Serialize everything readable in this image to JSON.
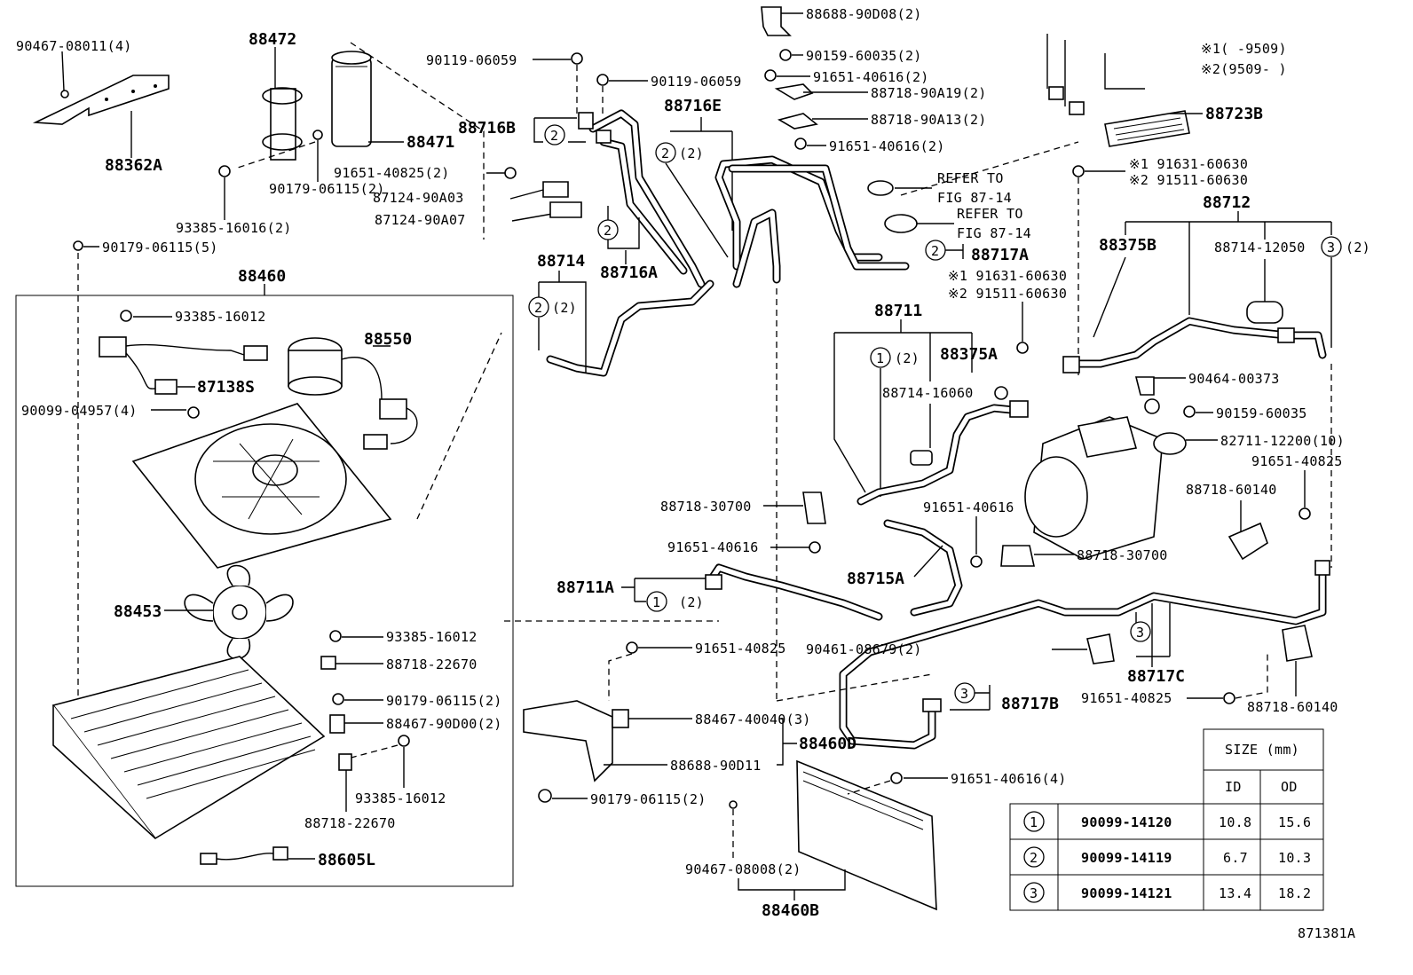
{
  "labels": {
    "p88362A": "88362A",
    "p90467_08011": "90467-08011(4)",
    "p88472": "88472",
    "p88471": "88471",
    "p90179_06115_2": "90179-06115(2)",
    "p93385_16016": "93385-16016(2)",
    "p91651_40825_2": "91651-40825(2)",
    "p87124_90A03": "87124-90A03",
    "p87124_90A07": "87124-90A07",
    "p90179_06115_5": "90179-06115(5)",
    "p88460": "88460",
    "p93385_16012_a": "93385-16012",
    "p88550": "88550",
    "p87138S": "87138S",
    "p90099_04957": "90099-04957(4)",
    "p88453": "88453",
    "p93385_16012_b": "93385-16012",
    "p88718_22670_a": "88718-22670",
    "p90179_06115_2b": "90179-06115(2)",
    "p88467_90D00": "88467-90D00(2)",
    "p93385_16012_c": "93385-16012",
    "p88718_22670_b": "88718-22670",
    "p88605L": "88605L",
    "p90119_06059_a": "90119-06059",
    "p90119_06059_b": "90119-06059",
    "p88716B": "88716B",
    "p88716E": "88716E",
    "p88716A": "88716A",
    "p88714": "88714",
    "p88688_90D08": "88688-90D08(2)",
    "p90159_60035_2": "90159-60035(2)",
    "p91651_40616_2a": "91651-40616(2)",
    "p88718_90A19": "88718-90A19(2)",
    "p88718_90A13": "88718-90A13(2)",
    "p91651_40616_2b": "91651-40616(2)",
    "refer1": "REFER TO",
    "fig1": "FIG 87-14",
    "refer2": "REFER TO",
    "fig2": "FIG 87-14",
    "p88717A": "88717A",
    "note1": "※1(    -9509)",
    "note2": "※2(9509-    )",
    "p88723B": "88723B",
    "n1_91631": "※1 91631-60630",
    "n2_91511": "※2 91511-60630",
    "p88712": "88712",
    "p88375B": "88375B",
    "p88714_12050": "88714-12050",
    "n1_91631b": "※1 91631-60630",
    "n2_91511b": "※2 91511-60630",
    "p88711": "88711",
    "p88375A": "88375A",
    "p88714_16060": "88714-16060",
    "p90464_00373": "90464-00373",
    "p90159_60035": "90159-60035",
    "p82711_12200": "82711-12200(10)",
    "p91651_40825_r": "91651-40825",
    "p88718_60140_a": "88718-60140",
    "p88718_30700_a": "88718-30700",
    "p91651_40616_a": "91651-40616",
    "p91651_40616_b": "91651-40616",
    "p88715A": "88715A",
    "p88718_30700_b": "88718-30700",
    "p88711A": "88711A",
    "p91651_40825_m": "91651-40825",
    "p90461_08679": "90461-08679(2)",
    "p88717C": "88717C",
    "p91651_40825_b": "91651-40825",
    "p88718_60140_b": "88718-60140",
    "p88467_40040": "88467-40040(3)",
    "p88460D": "88460D",
    "p88688_90D11": "88688-90D11",
    "p88717B": "88717B",
    "p90179_06115_2c": "90179-06115(2)",
    "p91651_40616_4": "91651-40616(4)",
    "p90467_08008": "90467-08008(2)",
    "p88460B": "88460B",
    "fig_id": "871381A",
    "q_2": "(2)"
  },
  "markers": {
    "one": "1",
    "two": "2",
    "three": "3"
  },
  "size_table": {
    "title": "SIZE (mm)",
    "col_id": "ID",
    "col_od": "OD",
    "rows": [
      {
        "mark": "1",
        "part": "90099-14120",
        "id": "10.8",
        "od": "15.6"
      },
      {
        "mark": "2",
        "part": "90099-14119",
        "id": "6.7",
        "od": "10.3"
      },
      {
        "mark": "3",
        "part": "90099-14121",
        "id": "13.4",
        "od": "18.2"
      }
    ]
  }
}
